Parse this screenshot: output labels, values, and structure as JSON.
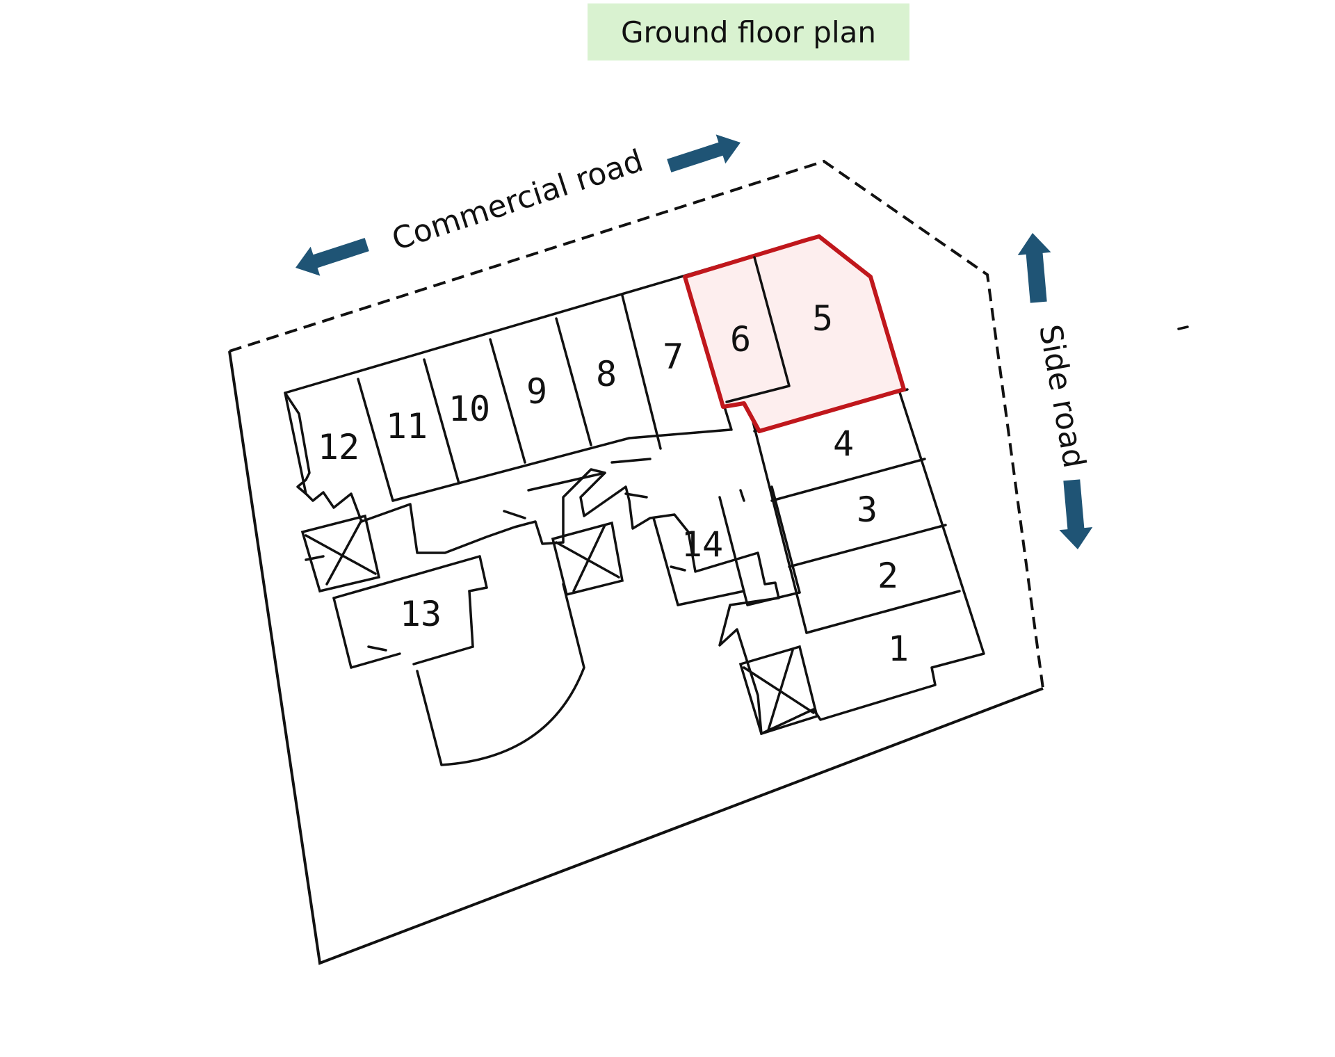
{
  "title": "Ground floor plan",
  "roads": {
    "commercial": "Commercial road",
    "side": "Side road"
  },
  "units": {
    "u1": "1",
    "u2": "2",
    "u3": "3",
    "u4": "4",
    "u5": "5",
    "u6": "6",
    "u7": "7",
    "u8": "8",
    "u9": "9",
    "u10": "10",
    "u11": "11",
    "u12": "12",
    "u13": "13",
    "u14": "14"
  },
  "highlight": {
    "units": [
      "5",
      "6"
    ],
    "color": "#c0171c",
    "fill": "#fdeeee"
  },
  "colors": {
    "arrow": "#1f5475",
    "title_bg": "#d9f2d0"
  }
}
